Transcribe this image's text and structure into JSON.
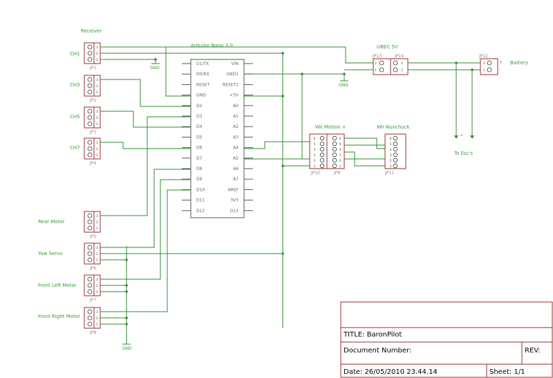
{
  "labels": {
    "receiver": "Receiver",
    "ch1": "CH1",
    "ch3": "CH3",
    "ch5": "CH5",
    "ch7": "CH7",
    "arduino": "Arduino Nano 3.0",
    "ubec": "UBEC 5V",
    "battery": "Battery",
    "plus": "+",
    "minus": "-",
    "wii_motion": "Wii Motion +",
    "wii_nunchuck": "Wii Nunchuck",
    "to_escs": "To Esc's",
    "rear_motor": "Rear Motor",
    "yaw_servo": "Yaw Servo",
    "front_left_motor": "Front Left Motor",
    "front_right_motor": "Front Right Motor",
    "gnd": "GND"
  },
  "connectors": {
    "jp1": "JP1",
    "jp2": "JP2",
    "jp3": "JP3",
    "jp4": "JP4",
    "jp5": "JP5",
    "jp6": "JP6",
    "jp7": "JP7",
    "jp8": "JP8",
    "jp9": "JP9",
    "jp10": "JP10",
    "jp11": "JP11",
    "jp12": "JP12",
    "jp13": "JP13",
    "jp14": "JP14"
  },
  "arduino_pins": {
    "left": [
      "D1/TX",
      "D0/RX",
      "RESET",
      "GND",
      "D2",
      "D3",
      "D4",
      "D5",
      "D6",
      "D7",
      "D8",
      "D9",
      "D10",
      "D11",
      "D12"
    ],
    "right": [
      "VIN",
      "GND1",
      "RESET1",
      "+5V",
      "A0",
      "A1",
      "A2",
      "A3",
      "A4",
      "A5",
      "A6",
      "A7",
      "AREF",
      "3V3",
      "D13"
    ]
  },
  "pin_numbers": {
    "three": [
      "1",
      "2",
      "3"
    ],
    "two": [
      "1",
      "2"
    ],
    "six": [
      "1",
      "2",
      "3",
      "4",
      "5",
      "6"
    ]
  },
  "title_block": {
    "title": "TITLE:  BaronPilot",
    "document_number": "Document Number:",
    "rev": "REV:",
    "date": "Date: 26/05/2010  23.44.14",
    "sheet": "Sheet: 1/1"
  },
  "colors": {
    "wire": "#2e8b2e",
    "label": "#3a9a3a",
    "frame": "#9a2b2b",
    "component": "#555555"
  }
}
